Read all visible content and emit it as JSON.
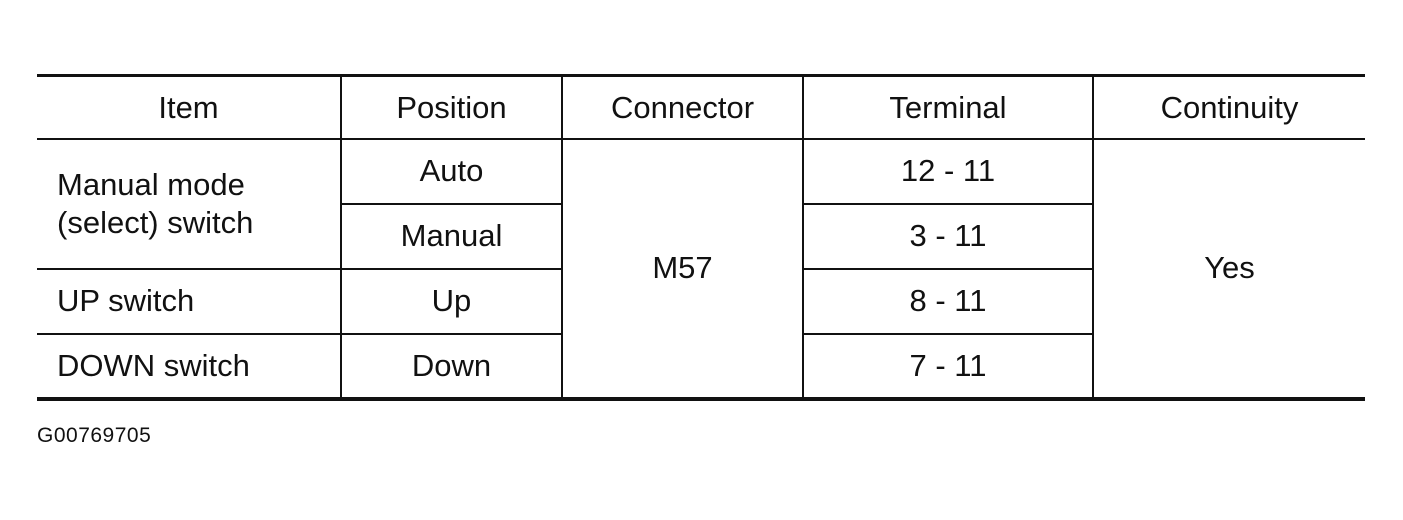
{
  "table": {
    "headers": [
      "Item",
      "Position",
      "Connector",
      "Terminal",
      "Continuity"
    ],
    "items": {
      "manual_mode": "Manual mode\n(select) switch",
      "up": "UP switch",
      "down": "DOWN switch"
    },
    "positions": [
      "Auto",
      "Manual",
      "Up",
      "Down"
    ],
    "connector": "M57",
    "terminals": [
      "12 - 11",
      "3 - 11",
      "8 - 11",
      "7 - 11"
    ],
    "continuity": "Yes"
  },
  "figure_id": "G00769705"
}
